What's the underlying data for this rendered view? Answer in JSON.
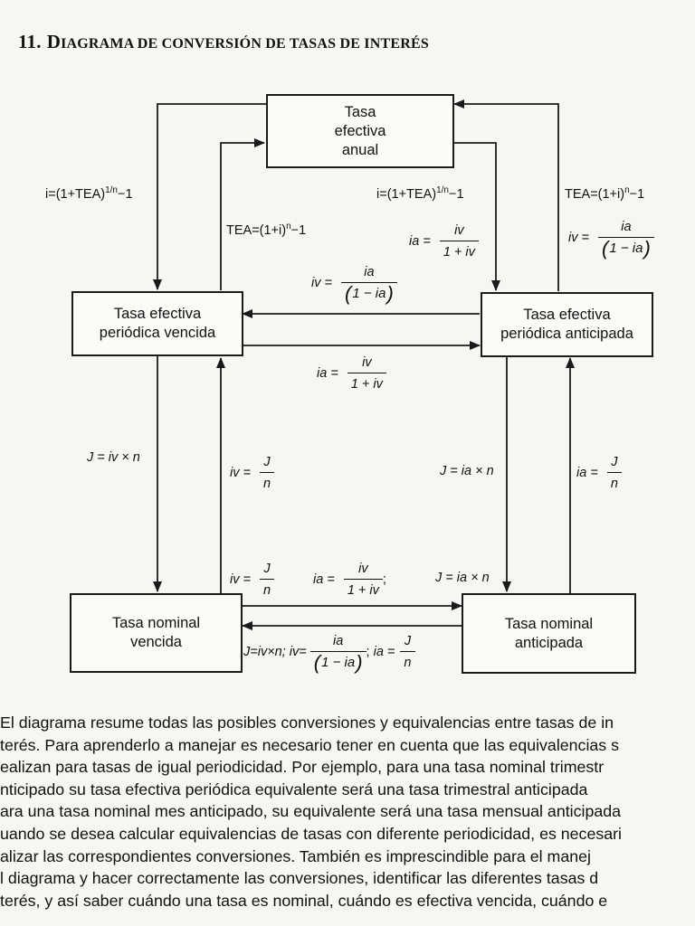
{
  "heading": {
    "number": "11.",
    "title": "Diagrama de conversión de tasas de interés"
  },
  "boxes": {
    "annual": [
      "Tasa",
      "efectiva",
      "anual"
    ],
    "vencida": [
      "Tasa efectiva",
      "periódica vencida"
    ],
    "anticipada": [
      "Tasa efectiva",
      "periódica anticipada"
    ],
    "nominal_vencida": [
      "Tasa nominal",
      "vencida"
    ],
    "nominal_anticipada": [
      "Tasa nominal",
      "anticipada"
    ]
  },
  "formulas": {
    "left_outer": "i=(1+TEA)",
    "left_outer_exp": "1/n",
    "left_outer_tail": "−1",
    "tea_inner": "TEA=(1+i)",
    "tea_inner_exp": "n",
    "tea_inner_tail": "−1",
    "right_inner": "i=(1+TEA)",
    "right_inner_exp": "1/n",
    "right_inner_tail": "−1",
    "right_outer": "TEA=(1+i)",
    "right_outer_exp": "n",
    "right_outer_tail": "−1",
    "ia_lhs": "ia =",
    "iv_lhs": "iv =",
    "iv_num": "iv",
    "ia_num": "ia",
    "one_plus_iv": "1 + iv",
    "one_minus_ia": "1 − ia",
    "j_num": "J",
    "n_den": "n",
    "j_iv_n": "J = iv × n",
    "j_ia_n": "J = ia × n",
    "semicolon": ";",
    "bottom_j_iv_n": "J=iv×n; iv="
  },
  "paragraph": [
    "El diagrama resume todas las posibles conversiones y equivalencias entre tasas de in",
    "terés. Para aprenderlo a manejar es necesario tener en cuenta que las equivalencias s",
    "ealizan para tasas de igual periodicidad. Por ejemplo, para una tasa nominal trimestr",
    "nticipado su tasa efectiva periódica equivalente será una tasa trimestral anticipada",
    "ara una tasa nominal mes anticipado, su equivalente será una tasa mensual anticipada",
    "uando se desea calcular equivalencias de tasas con diferente periodicidad, es necesari",
    "alizar las correspondientes conversiones. También es imprescindible para el manej",
    "l diagrama y hacer correctamente las conversiones, identificar las diferentes tasas d",
    "terés, y así saber cuándo una tasa es nominal, cuándo es efectiva vencida, cuándo e"
  ]
}
